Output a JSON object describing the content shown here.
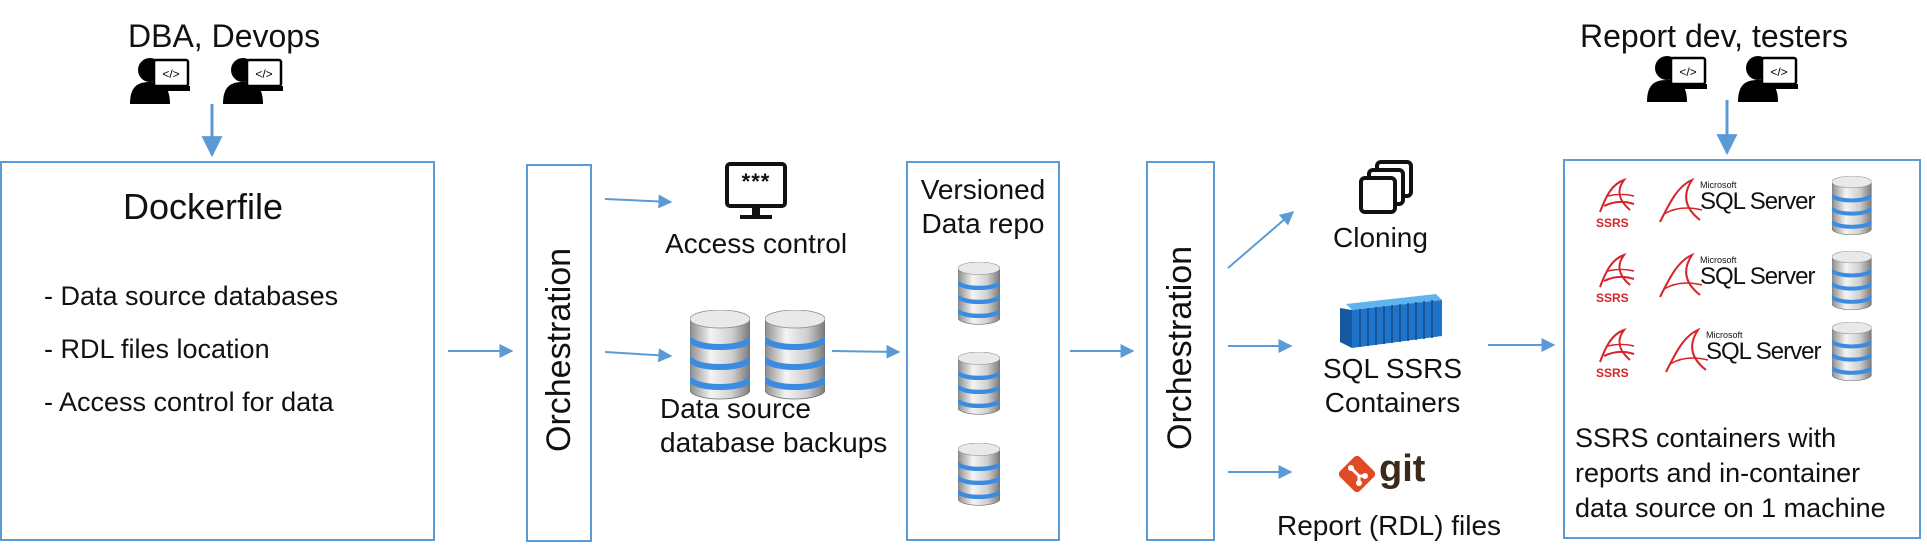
{
  "roles": {
    "left": "DBA, Devops",
    "right": "Report dev, testers"
  },
  "dockerfile": {
    "title": "Dockerfile",
    "items": [
      "- Data source databases",
      "- RDL files location",
      "- Access control for data"
    ]
  },
  "orchestration_left": "Orchestration",
  "orchestration_right": "Orchestration",
  "access_control": {
    "label": "Access control",
    "screen_text": "***"
  },
  "backups": {
    "line1": "Data source",
    "line2": "database backups"
  },
  "repo": {
    "line1": "Versioned",
    "line2": "Data repo"
  },
  "cloning": "Cloning",
  "containers": {
    "line1": "SQL SSRS",
    "line2": "Containers"
  },
  "git": {
    "logo_text": "git",
    "label": "Report (RDL) files"
  },
  "result": {
    "logo_ssrs": "SSRS",
    "logo_microsoft": "Microsoft",
    "logo_sqlserver": "SQL Server",
    "lines": [
      "SSRS containers with",
      "reports and in-container",
      "data source on 1 machine"
    ]
  },
  "colors": {
    "accent": "#5b9bd5",
    "db_blue": "#3b8be0",
    "git_orange": "#e04a24",
    "ssrs_red": "#d6242a"
  },
  "icons": [
    "developer-icon",
    "monitor-password-icon",
    "database-icon",
    "clone-icon",
    "container-icon",
    "git-logo",
    "ssrs-logo",
    "sql-server-logo"
  ]
}
